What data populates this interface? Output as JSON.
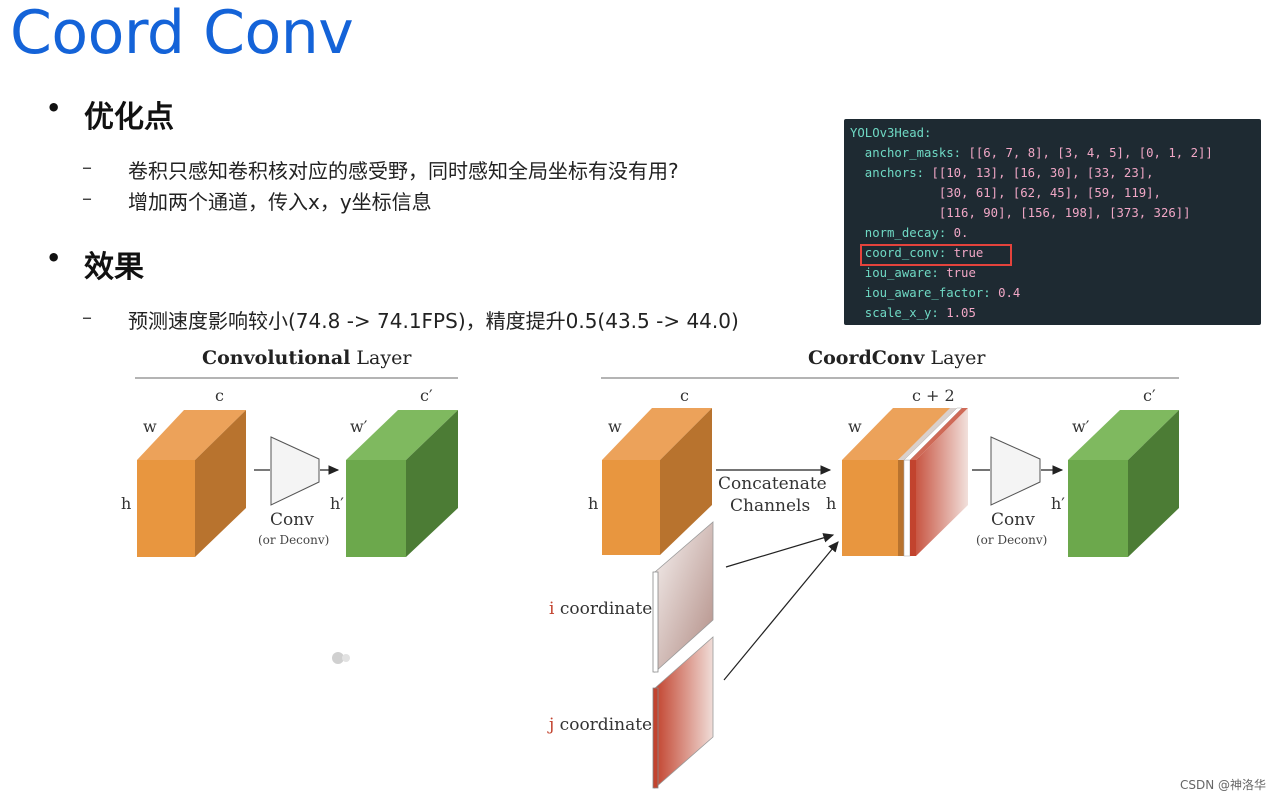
{
  "slide": {
    "title": "Coord Conv",
    "sections": [
      {
        "heading": "优化点",
        "items": [
          "卷积只感知卷积核对应的感受野，同时感知全局坐标有没有用?",
          "增加两个通道，传入x，y坐标信息"
        ]
      },
      {
        "heading": "效果",
        "items": [
          "预测速度影响较小(74.8 -> 74.1FPS)，精度提升0.5(43.5 -> 44.0)"
        ]
      }
    ]
  },
  "config_code": {
    "lines": [
      {
        "key": "YOLOv3Head:",
        "value": ""
      },
      {
        "key": "  anchor_masks: ",
        "value": "[[6, 7, 8], [3, 4, 5], [0, 1, 2]]"
      },
      {
        "key": "  anchors: ",
        "value": "[[10, 13], [16, 30], [33, 23],"
      },
      {
        "key": "            ",
        "value": "[30, 61], [62, 45], [59, 119],"
      },
      {
        "key": "            ",
        "value": "[116, 90], [156, 198], [373, 326]]"
      },
      {
        "key": "  norm_decay: ",
        "value": "0."
      },
      {
        "key": "  coord_conv: ",
        "value": "true"
      },
      {
        "key": "  iou_aware: ",
        "value": "true"
      },
      {
        "key": "  iou_aware_factor: ",
        "value": "0.4"
      },
      {
        "key": "  scale_x_y: ",
        "value": "1.05"
      }
    ],
    "highlighted_key": "coord_conv"
  },
  "diagram": {
    "left_title_bold": "Convolutional",
    "left_title_rest": " Layer",
    "right_title_bold": "CoordConv",
    "right_title_rest": " Layer",
    "label_c": "c",
    "label_w": "w",
    "label_h": "h",
    "label_c_prime": "c′",
    "label_w_prime": "w′",
    "label_h_prime": "h′",
    "label_c_plus_2": "c + 2",
    "conv_label": "Conv",
    "conv_sub": "(or Deconv)",
    "concat_line1": "Concatenate",
    "concat_line2": "Channels",
    "i_prefix": "i",
    "j_prefix": "j",
    "coord_word": " coordinate"
  },
  "colors": {
    "title": "#1463d8",
    "orange_front": "#e8963f",
    "orange_top": "#eca25a",
    "orange_side": "#b8732e",
    "green_front": "#6ca84c",
    "green_top": "#7fb95f",
    "green_side": "#4c7c35",
    "highlight_box": "#e4433c",
    "code_bg": "#1e2a32"
  },
  "watermark": "CSDN @神洛华"
}
